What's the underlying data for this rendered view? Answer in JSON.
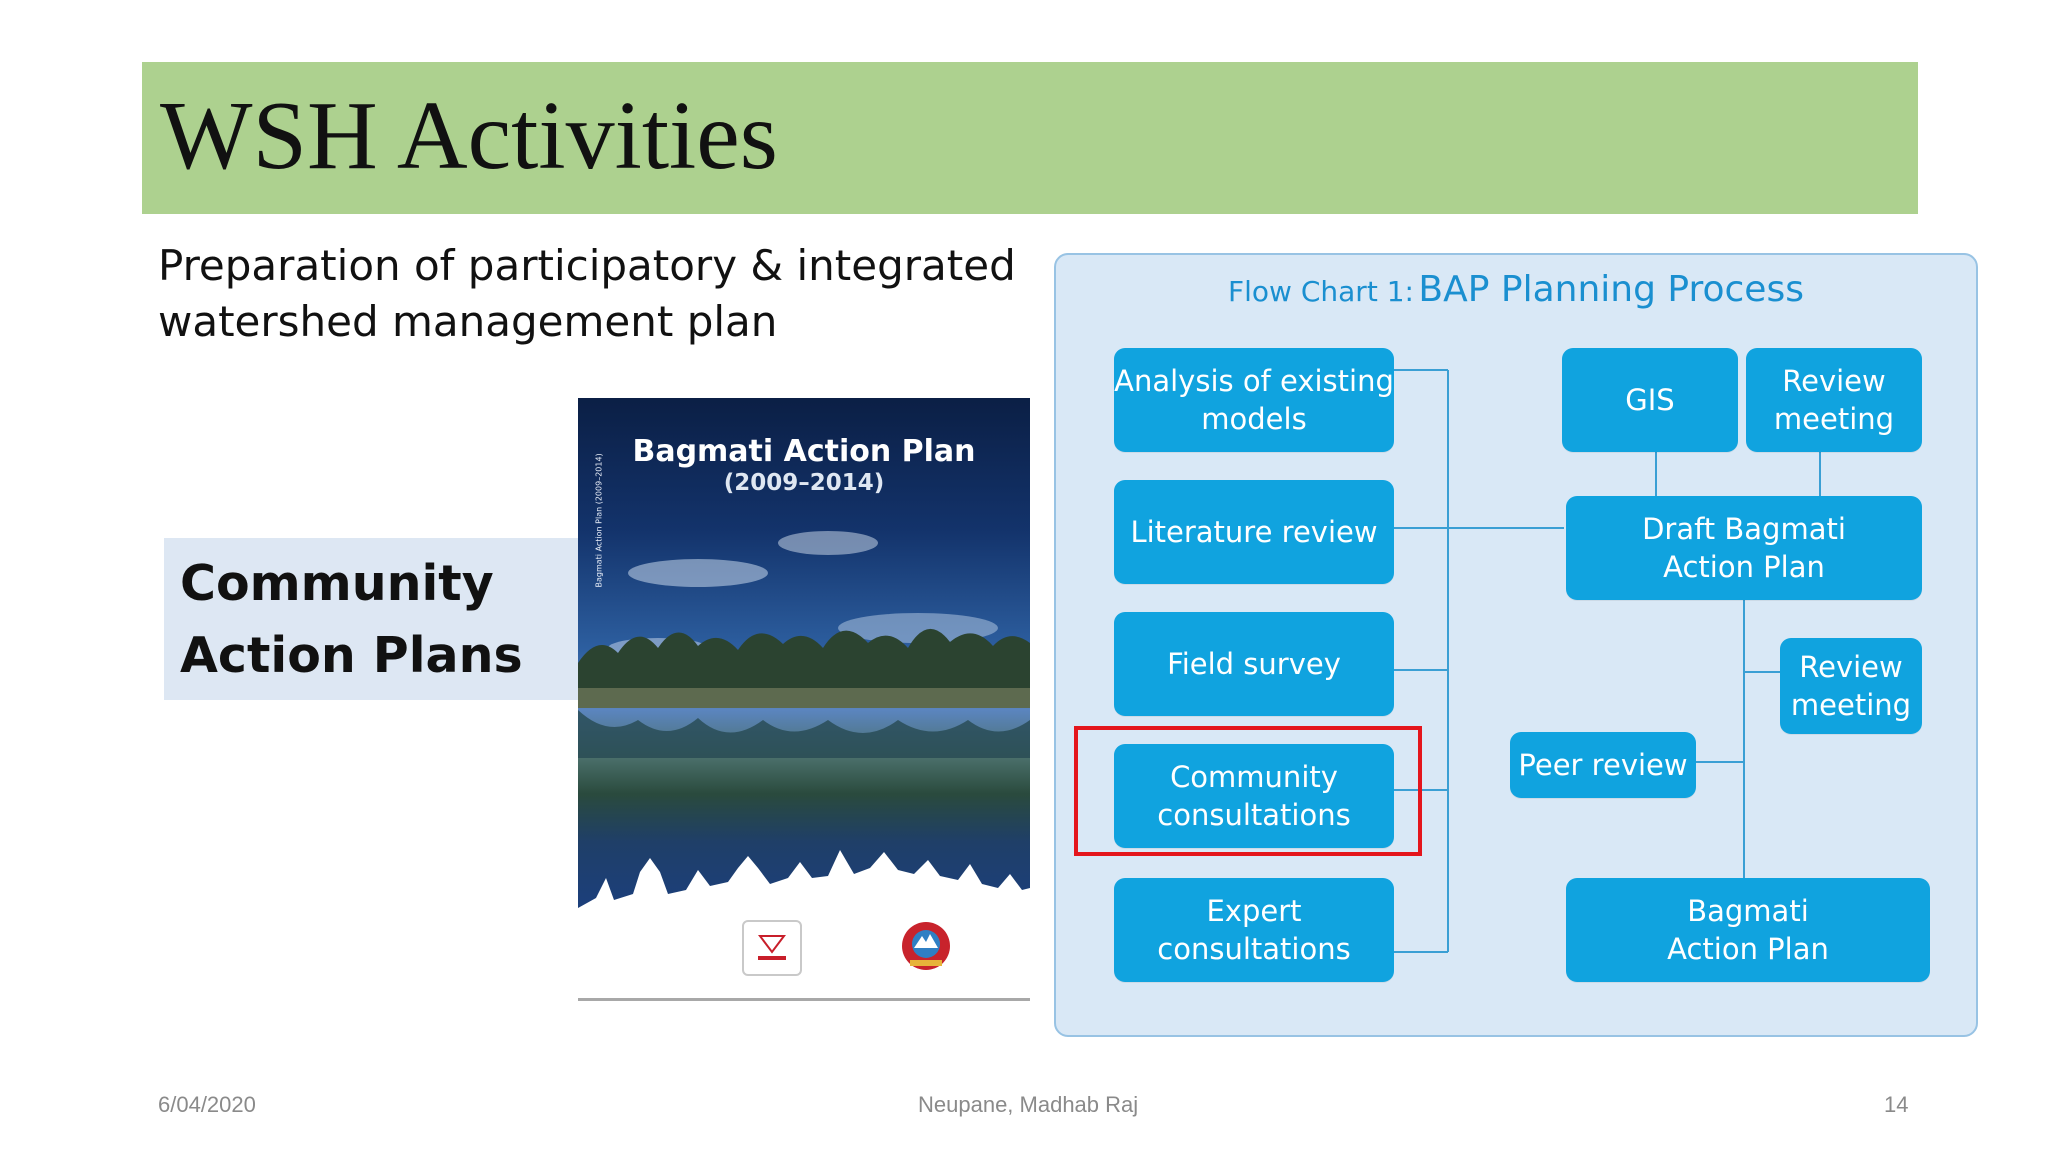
{
  "slide": {
    "title": "WSH Activities",
    "subtitle_line1": "Preparation of participatory & integrated",
    "subtitle_line2": "watershed management plan",
    "caption_line1": "Community",
    "caption_line2": "Action Plans"
  },
  "cover": {
    "title": "Bagmati Action Plan",
    "years": "(2009–2014)",
    "spine_text": "Bagmati Action Plan (2009–2014)"
  },
  "flowchart": {
    "title_prefix": "Flow Chart 1:",
    "title_main": "BAP Planning Process",
    "nodes": {
      "analysis": "Analysis of existing\nmodels",
      "literature": "Literature review",
      "field": "Field survey",
      "community": "Community\nconsultations",
      "expert": "Expert\nconsultations",
      "gis": "GIS",
      "review1": "Review\nmeeting",
      "draft": "Draft Bagmati\nAction Plan",
      "review2": "Review\nmeeting",
      "peer": "Peer review",
      "final": "Bagmati\nAction Plan"
    },
    "node_color": "#10a3df",
    "highlight_color": "#e4151c"
  },
  "footer": {
    "date": "6/04/2020",
    "author": "Neupane, Madhab Raj",
    "page": "14"
  }
}
